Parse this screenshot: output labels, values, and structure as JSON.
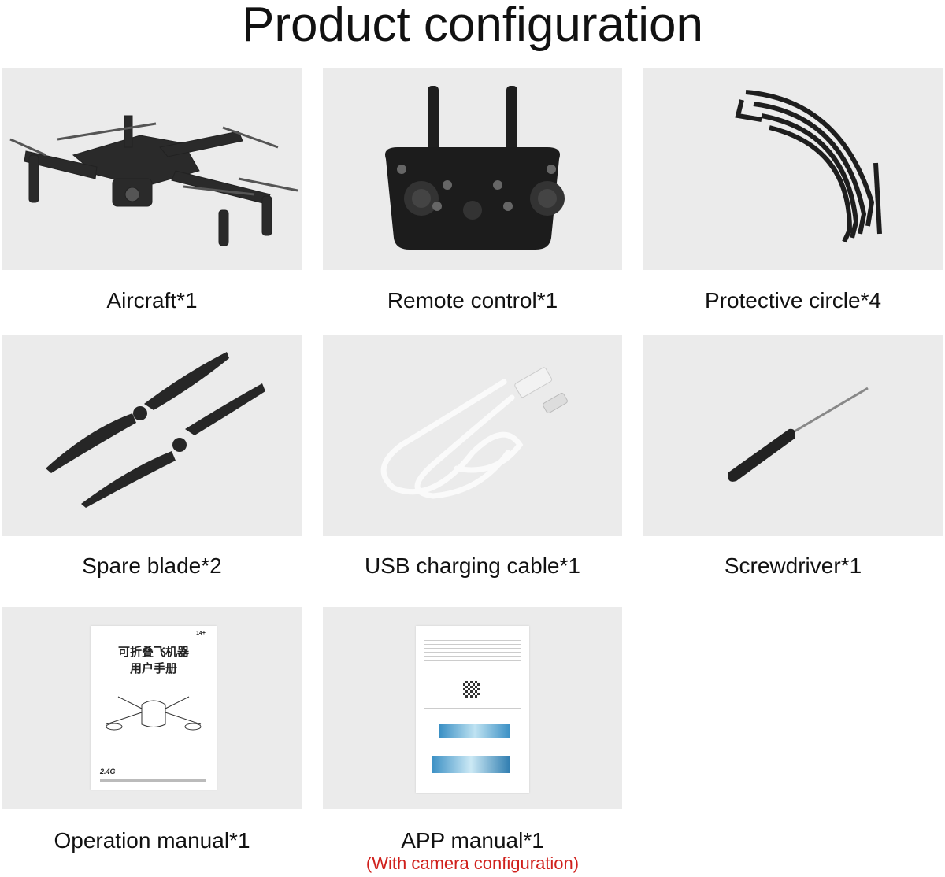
{
  "title": "Product configuration",
  "items": [
    {
      "label": "Aircraft*1",
      "icon": "drone-icon"
    },
    {
      "label": "Remote control*1",
      "icon": "remote-control-icon"
    },
    {
      "label": "Protective circle*4",
      "icon": "propeller-guard-icon"
    },
    {
      "label": "Spare blade*2",
      "icon": "propeller-blade-icon"
    },
    {
      "label": "USB charging cable*1",
      "icon": "usb-cable-icon"
    },
    {
      "label": "Screwdriver*1",
      "icon": "screwdriver-icon"
    },
    {
      "label": "Operation manual*1",
      "icon": "manual-icon"
    },
    {
      "label": "APP manual*1",
      "sublabel": "(With camera configuration)",
      "icon": "app-manual-icon"
    }
  ],
  "manual": {
    "line1": "可折叠飞机器",
    "line2": "用户手册",
    "age": "14+",
    "band": "2.4G"
  },
  "colors": {
    "panel": "#ebebeb",
    "accent_red": "#d0201c",
    "text": "#111111"
  }
}
